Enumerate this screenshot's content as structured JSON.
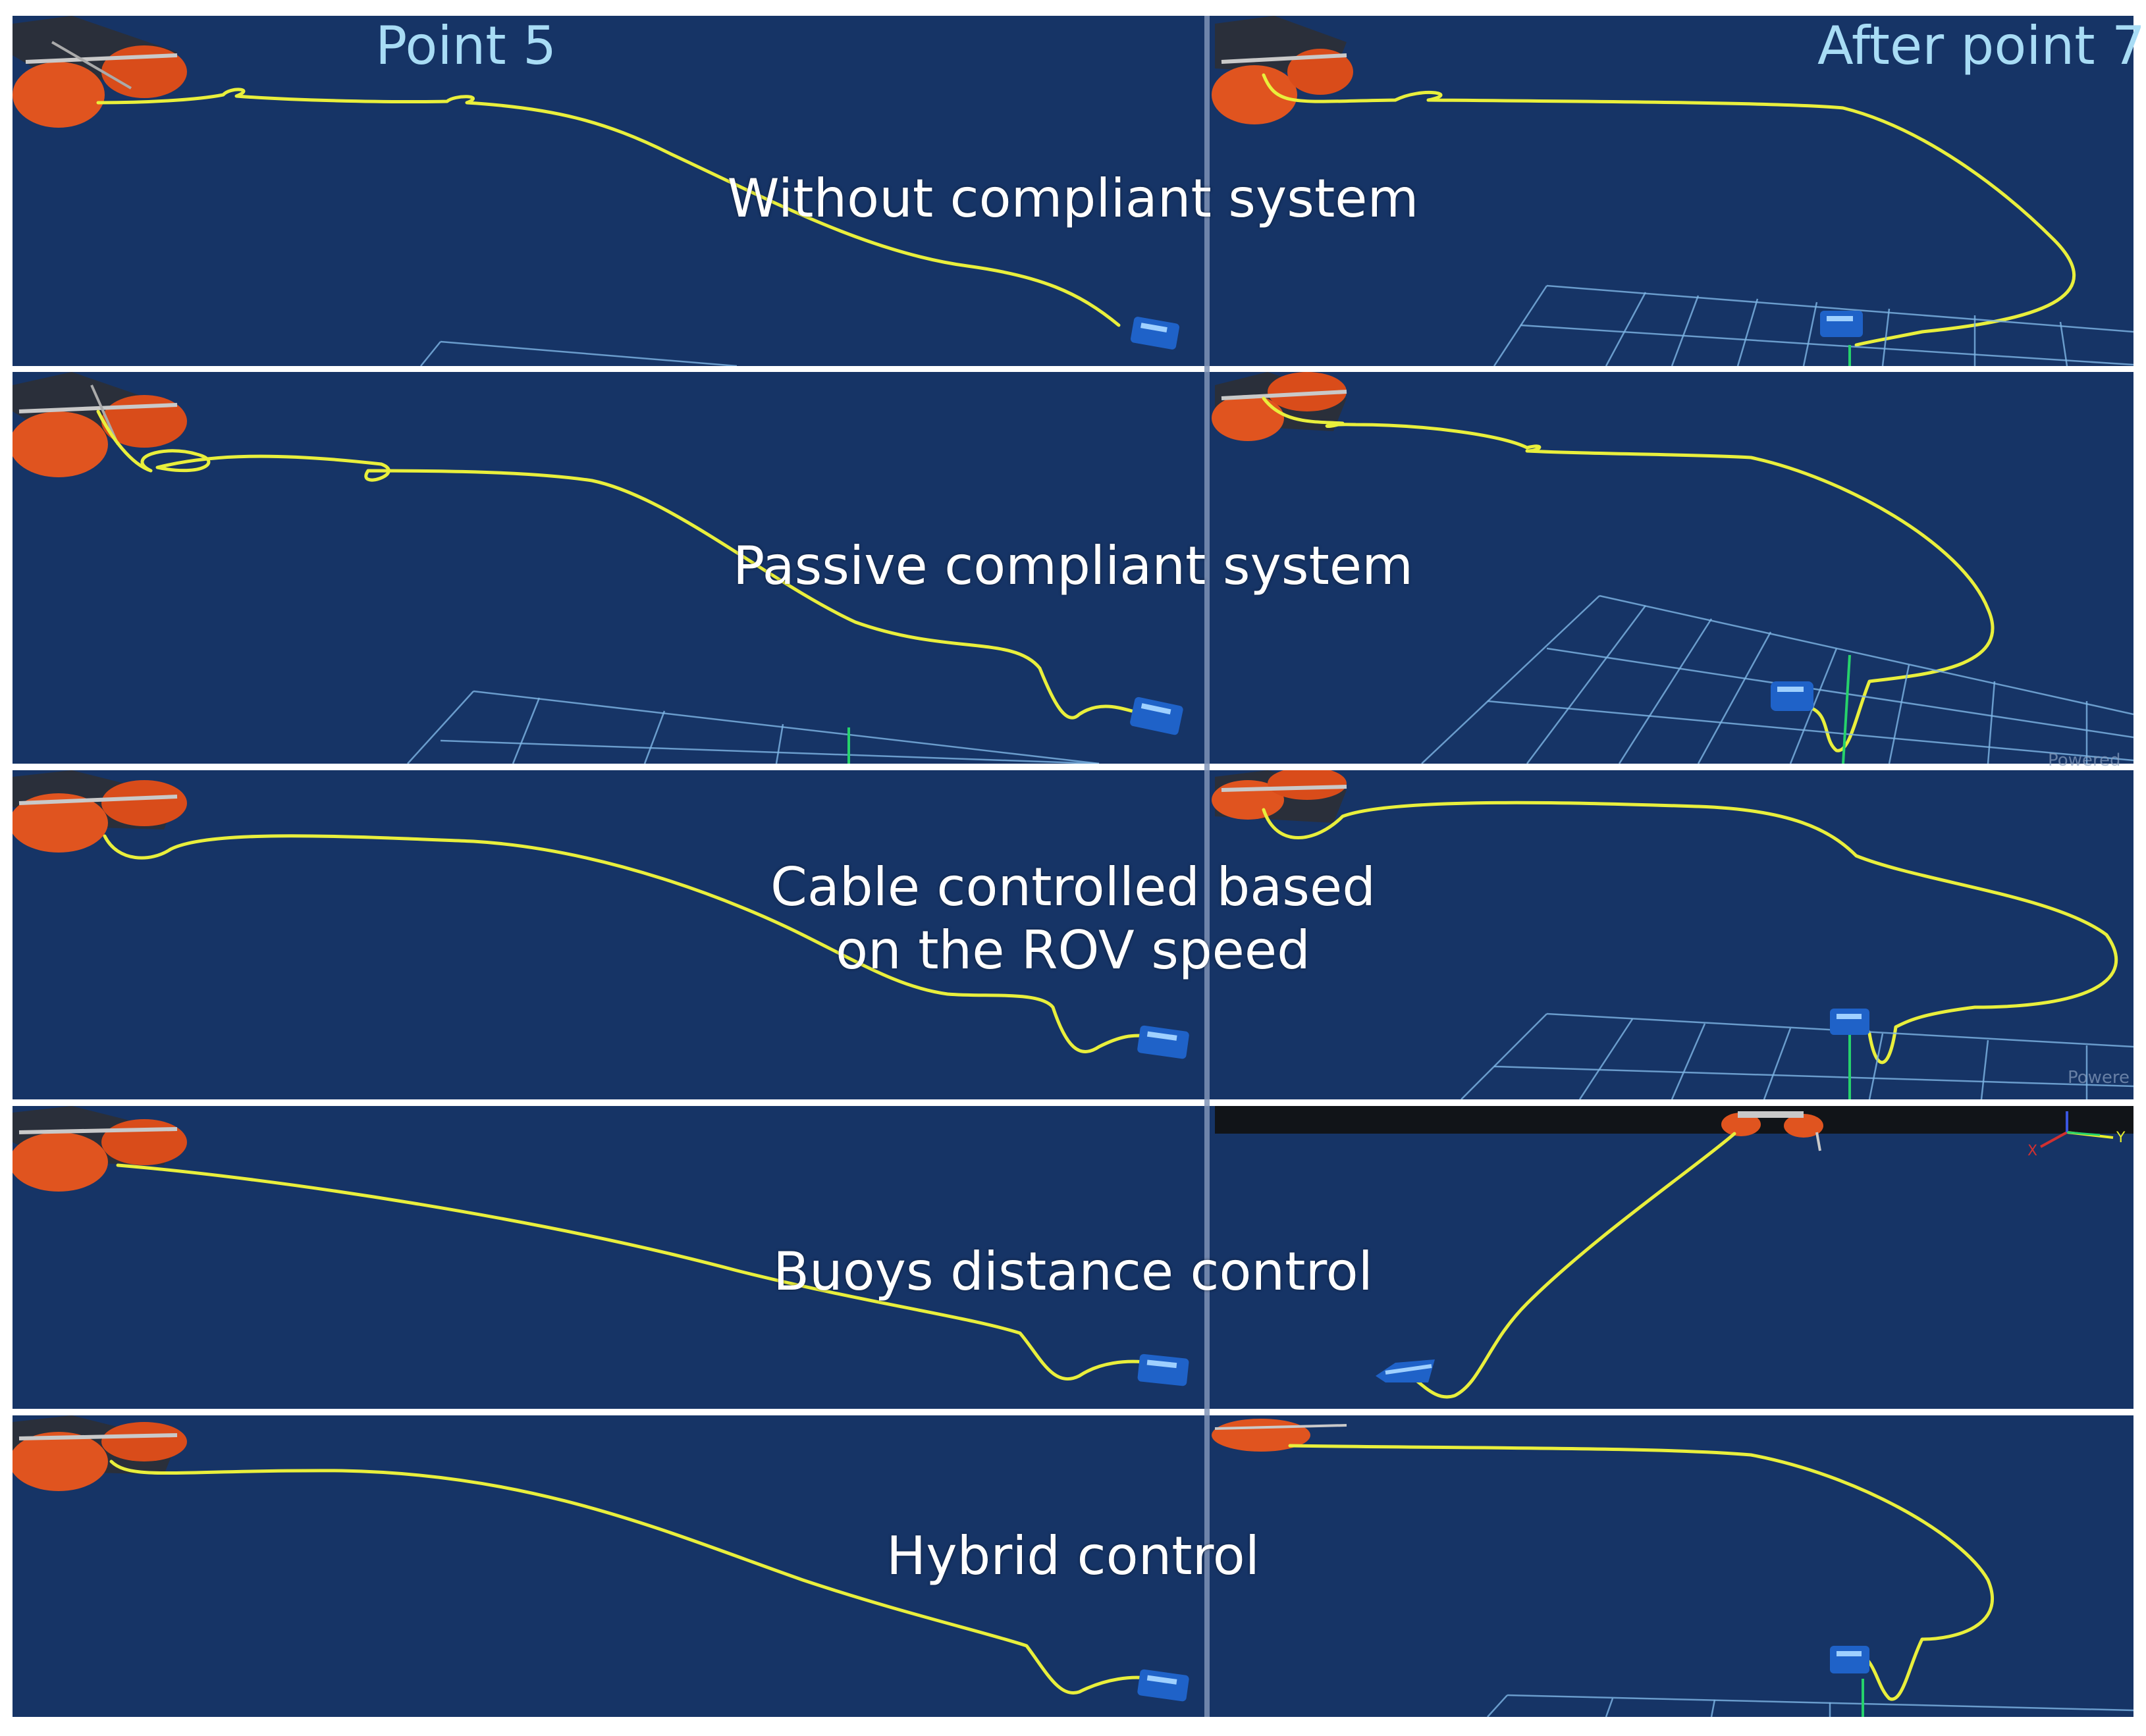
{
  "columns": {
    "left_header": "Point 5",
    "right_header": "After point 7"
  },
  "rows": [
    {
      "caption": "Without compliant system"
    },
    {
      "caption": "Passive compliant system"
    },
    {
      "caption": "Cable controlled based\n on the ROV speed"
    },
    {
      "caption": "Buoys distance control"
    },
    {
      "caption": "Hybrid control"
    }
  ],
  "watermarks": [
    "Powered",
    "Powere"
  ],
  "axes_gizmo": {
    "x_label": "X",
    "y_label": "Y"
  },
  "colors": {
    "water": "#163466",
    "cable": "#e9ef3c",
    "buoy": "#e0541f",
    "rov": "#1f62c8",
    "grid": "#7fb7e6",
    "header_text": "#a8dcf5",
    "caption_text": "#ffffff"
  },
  "icons": [
    "surface-buoy-icon",
    "rov-vehicle-icon",
    "seabed-grid",
    "axes-gizmo-icon"
  ]
}
